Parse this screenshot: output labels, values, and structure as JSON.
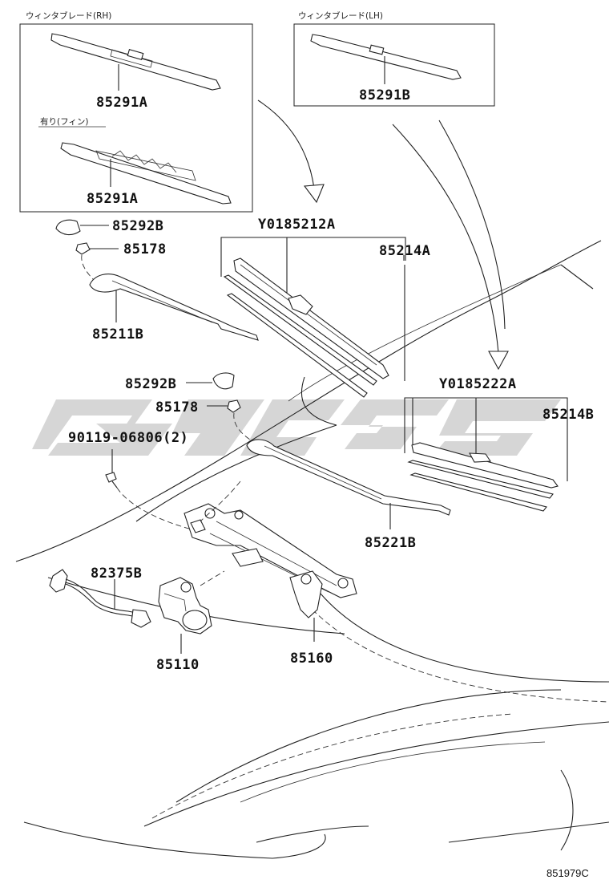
{
  "boxes": {
    "rh": {
      "title": "ウィンタブレード(RH)",
      "sub_title": "有り(フィン)"
    },
    "lh": {
      "title": "ウィンタブレード(LH)"
    }
  },
  "labels": {
    "blade_rh_1": "85291A",
    "blade_rh_2": "85291A",
    "blade_lh": "85291B",
    "cap_rh": "85292B",
    "nut_rh": "85178",
    "arm_rh": "85211B",
    "blade_assy_rh": "Y0185212A",
    "rubber_rh": "85214A",
    "cap_lh": "85292B",
    "nut_lh": "85178",
    "bolt": "90119-06806(2)",
    "blade_assy_lh": "Y0185222A",
    "rubber_lh": "85214B",
    "arm_lh": "85221B",
    "wire": "82375B",
    "motor": "85110",
    "link": "85160"
  },
  "figure_number": "851979C",
  "watermark_color": "#d6d6d6"
}
